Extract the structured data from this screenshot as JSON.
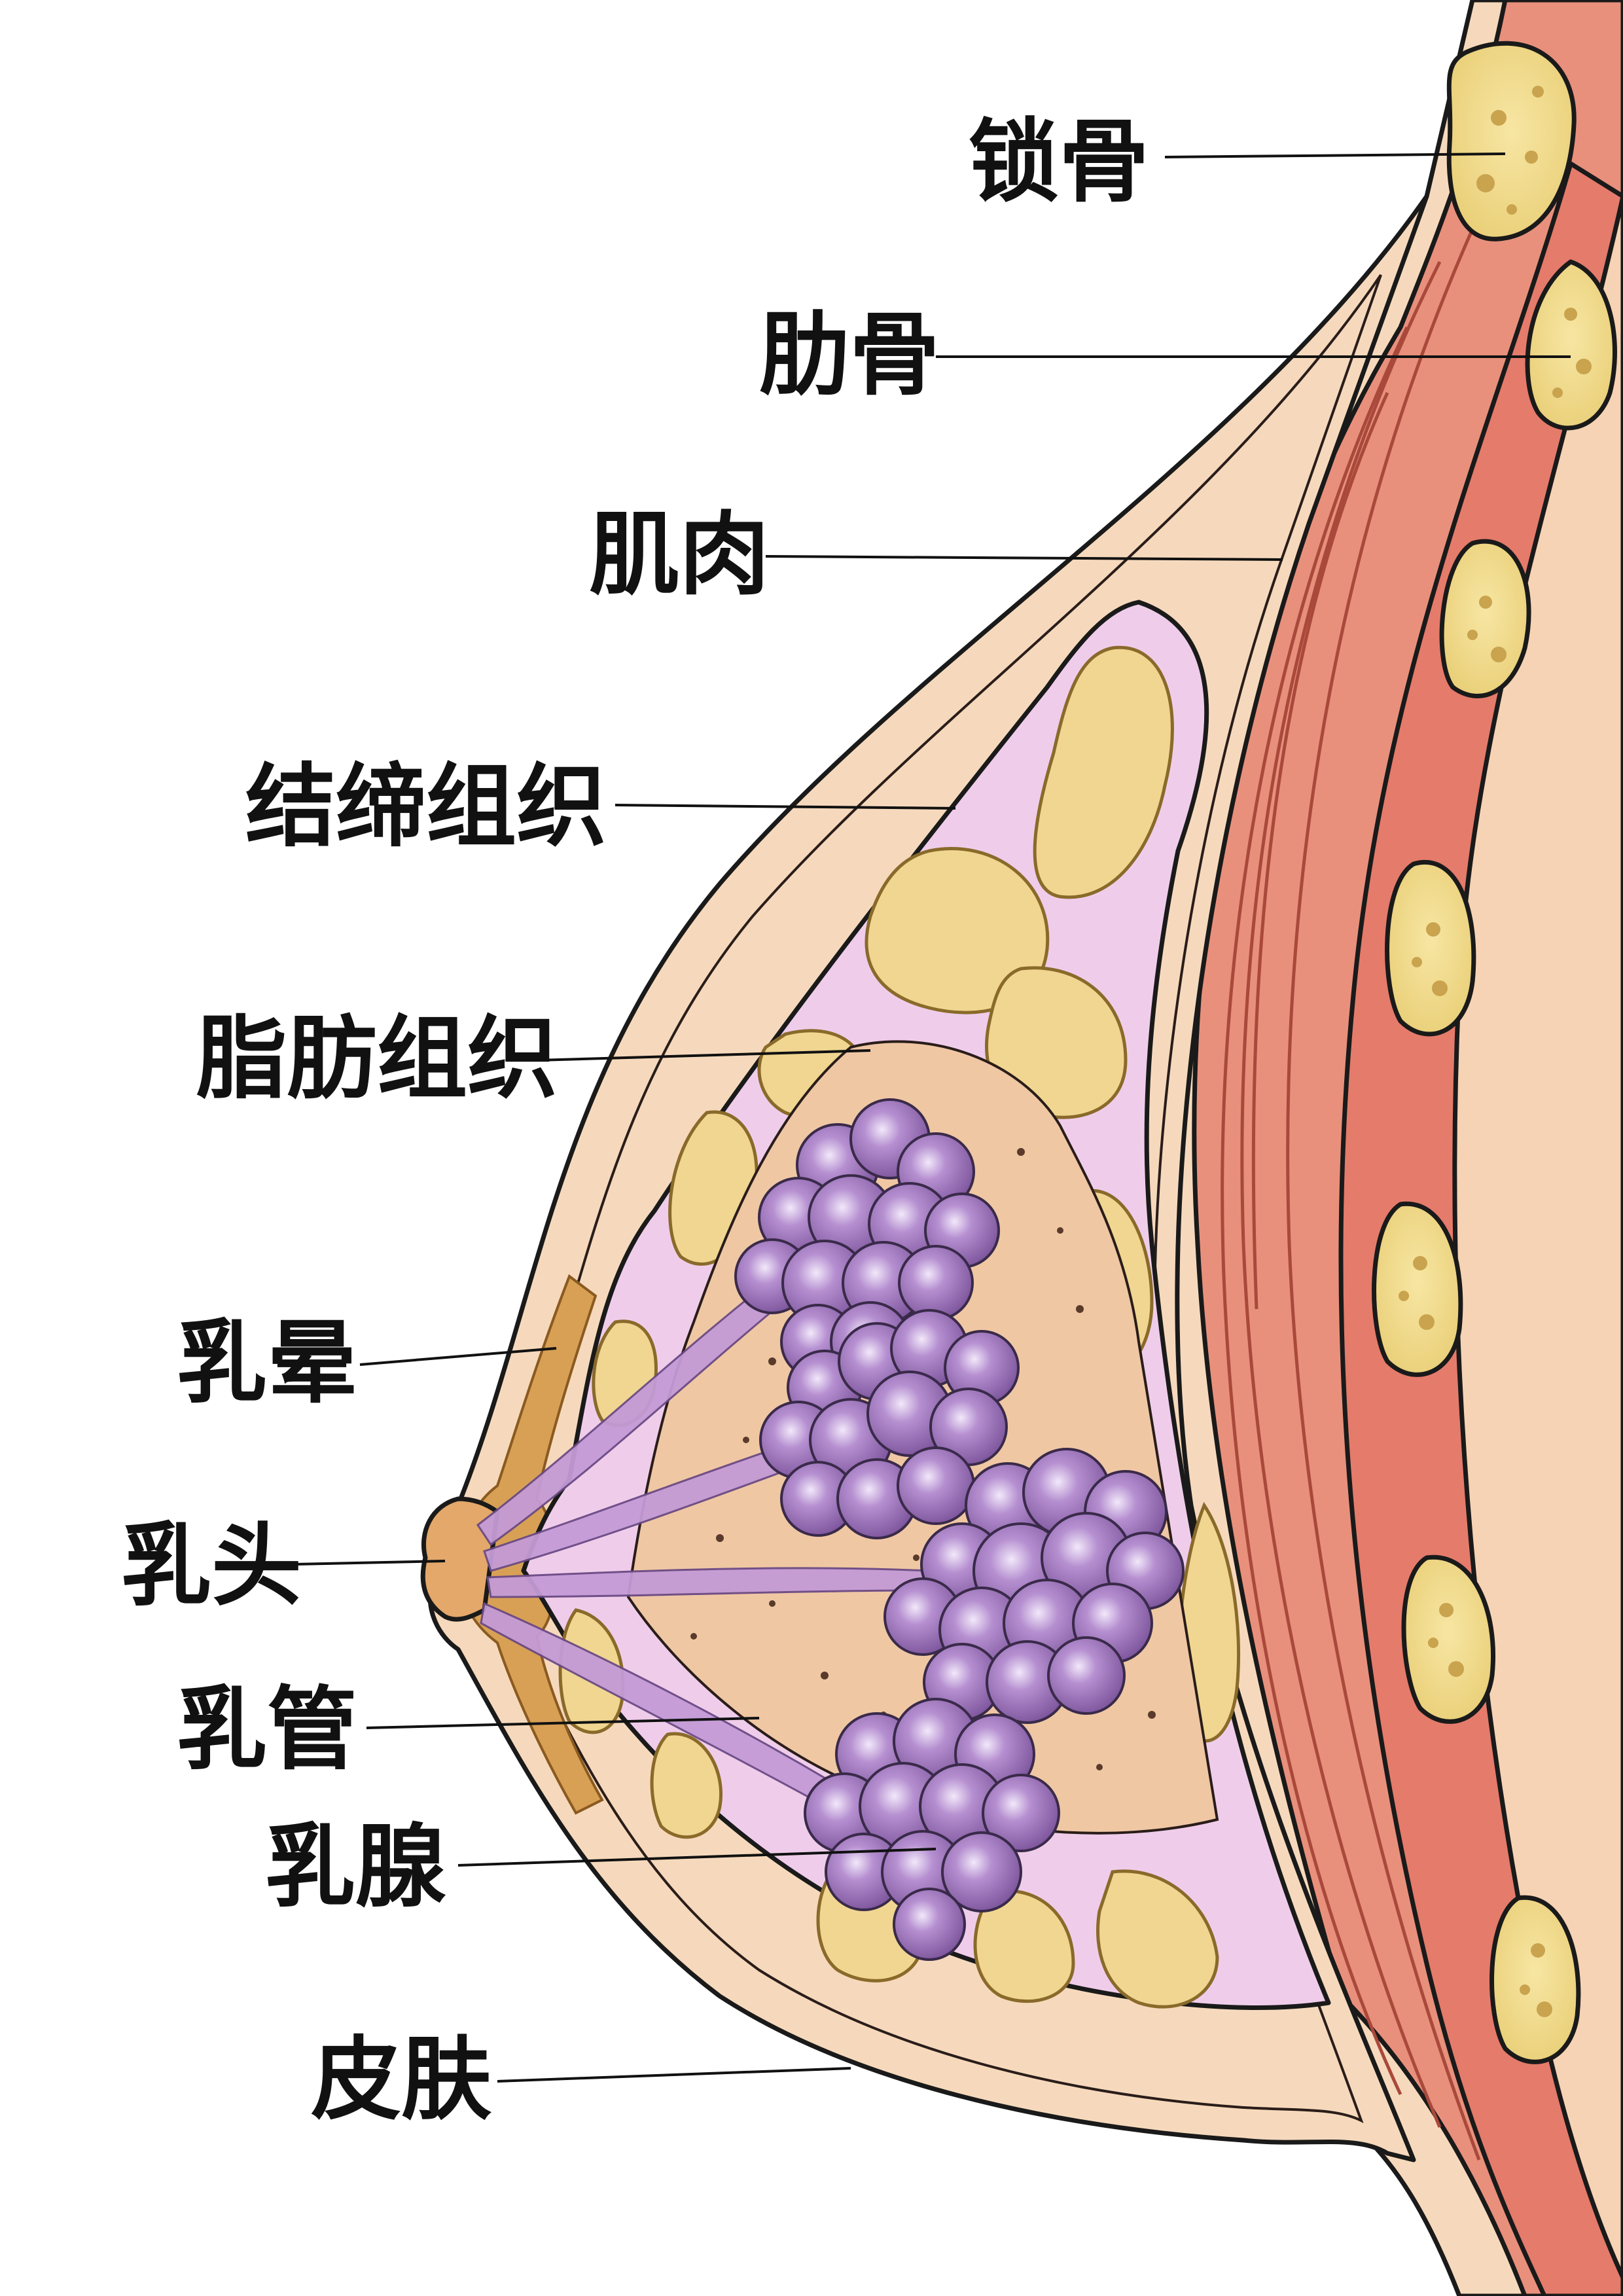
{
  "labels": {
    "clavicle": "锁骨",
    "rib": "肋骨",
    "muscle": "肌肉",
    "connective_tissue": "结缔组织",
    "adipose_tissue": "脂肪组织",
    "areola": "乳晕",
    "nipple": "乳头",
    "milk_duct": "乳管",
    "mammary_gland": "乳腺",
    "skin": "皮肤"
  },
  "colors": {
    "skin": "#f6d9bc",
    "skin_inner": "#f1c9a8",
    "muscle": "#e8907c",
    "muscle_dark": "#d9735f",
    "rib_band": "#e57b6b",
    "bone": "#f3de8e",
    "bone_spots": "#c9a34e",
    "connective": "#efcdea",
    "fat": "#f0d690",
    "gland": "#9a72b4",
    "gland_light": "#c9addc",
    "areola": "#d8a055"
  }
}
